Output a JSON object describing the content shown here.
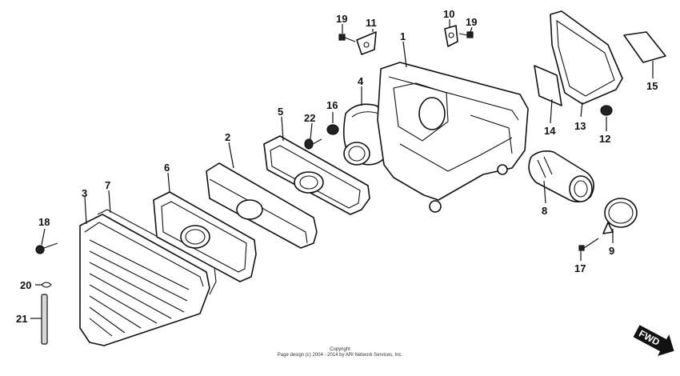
{
  "diagram": {
    "callouts": [
      {
        "id": "c1",
        "label": "1"
      },
      {
        "id": "c2",
        "label": "2"
      },
      {
        "id": "c3",
        "label": "3"
      },
      {
        "id": "c4",
        "label": "4"
      },
      {
        "id": "c5",
        "label": "5"
      },
      {
        "id": "c6",
        "label": "6"
      },
      {
        "id": "c7",
        "label": "7"
      },
      {
        "id": "c8",
        "label": "8"
      },
      {
        "id": "c9",
        "label": "9"
      },
      {
        "id": "c10",
        "label": "10"
      },
      {
        "id": "c11",
        "label": "11"
      },
      {
        "id": "c12",
        "label": "12"
      },
      {
        "id": "c13",
        "label": "13"
      },
      {
        "id": "c14",
        "label": "14"
      },
      {
        "id": "c15",
        "label": "15"
      },
      {
        "id": "c16",
        "label": "16"
      },
      {
        "id": "c17",
        "label": "17"
      },
      {
        "id": "c18",
        "label": "18"
      },
      {
        "id": "c19a",
        "label": "19"
      },
      {
        "id": "c19b",
        "label": "19"
      },
      {
        "id": "c20",
        "label": "20"
      },
      {
        "id": "c21",
        "label": "21"
      },
      {
        "id": "c22",
        "label": "22"
      }
    ],
    "direction_label": "FWD"
  },
  "footer": {
    "line1": "Copyright",
    "line2": "Page design (c) 2004 - 2014 by ARI Network Services, Inc."
  },
  "colors": {
    "ink": "#111111",
    "paper": "#ffffff"
  }
}
